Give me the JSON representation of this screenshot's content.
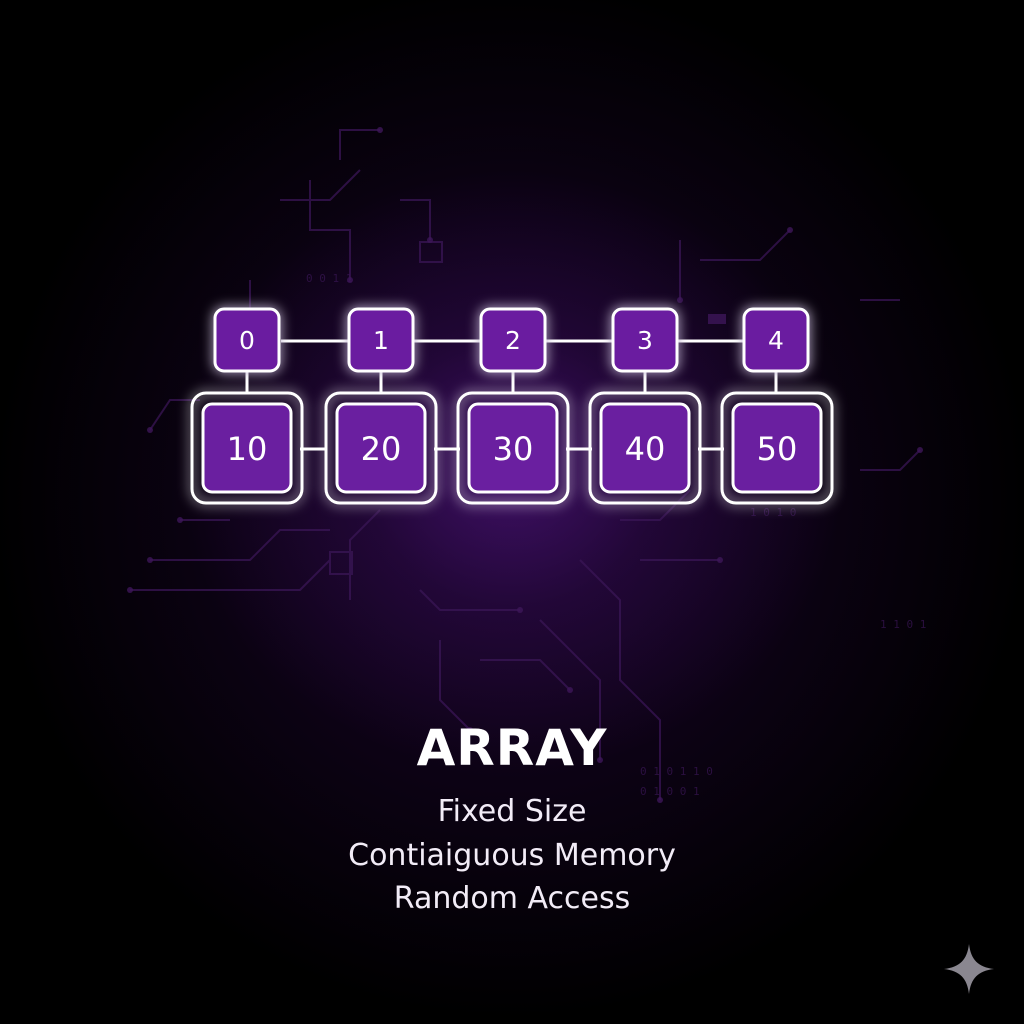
{
  "array": {
    "indices": [
      "0",
      "1",
      "2",
      "3",
      "4"
    ],
    "values": [
      "10",
      "20",
      "30",
      "40",
      "50"
    ]
  },
  "title": "ARRAY",
  "features": [
    "Fixed Size",
    "Contiaiguous Memory",
    "Random Access"
  ],
  "colors": {
    "background": "#000000",
    "accent": "#6a1fa0",
    "outline": "#ffffff",
    "glow": "#5c1896"
  },
  "icons": {
    "corner": "sparkle-icon"
  }
}
